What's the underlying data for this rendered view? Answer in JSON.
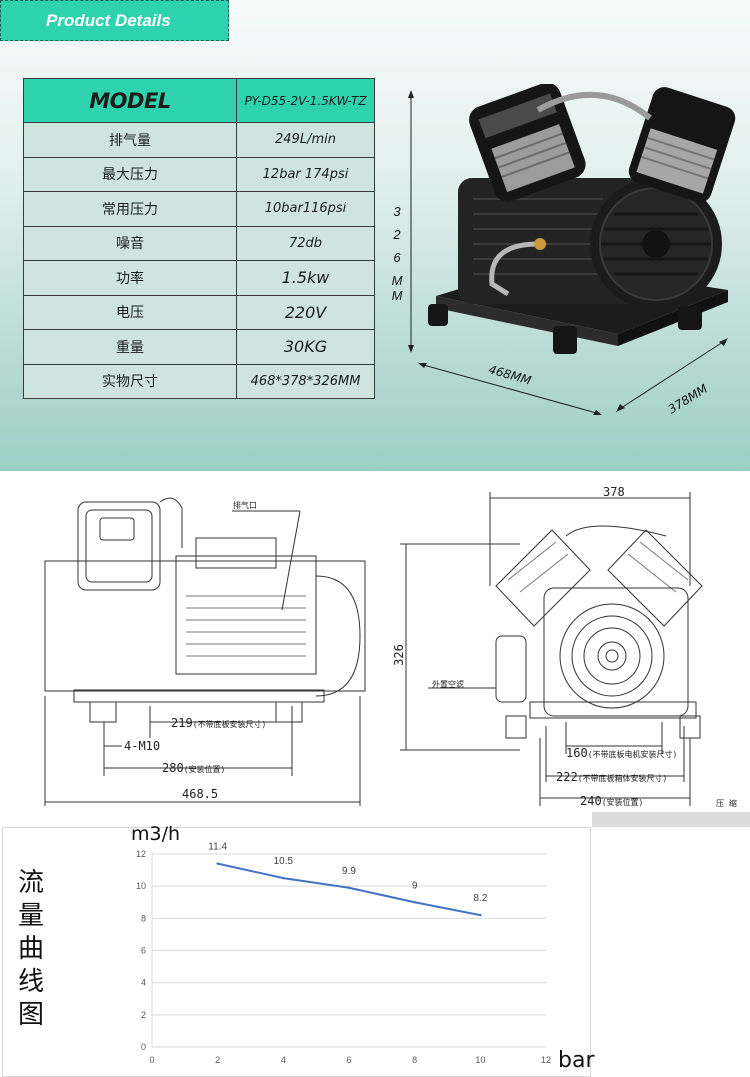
{
  "header": {
    "title": "Product Details"
  },
  "spec_table": {
    "model_label": "MODEL",
    "model_value": "PY-D55-2V-1.5KW-TZ",
    "rows": [
      {
        "label": "排气量",
        "value": "249L/min"
      },
      {
        "label": "最大压力",
        "value": "12bar 174psi"
      },
      {
        "label": "常用压力",
        "value": "10bar116psi"
      },
      {
        "label": "噪音",
        "value": "72db"
      },
      {
        "label": "功率",
        "value": "1.5kw"
      },
      {
        "label": "电压",
        "value": "220V"
      },
      {
        "label": "重量",
        "value": "30KG"
      },
      {
        "label": "实物尺寸",
        "value": "468*378*326MM"
      }
    ]
  },
  "photo_dims": {
    "height_text": [
      "3",
      "2",
      "6",
      "M",
      "M"
    ],
    "length": "468MM",
    "width": "378MM"
  },
  "drawing": {
    "exhaust_port": "排气口",
    "external_filter": "外置空滤",
    "dim_219": "219",
    "dim_219_note": "(不带底板安装尺寸)",
    "dim_4m10": "4-M10",
    "dim_280": "280",
    "dim_280_note": "(安装位置)",
    "dim_468": "468.5",
    "dim_378": "378",
    "dim_326": "326",
    "dim_160": "160",
    "dim_160_note": "(不带底板电机安装尺寸)",
    "dim_222": "222",
    "dim_222_note": "(不带底板箱体安装尺寸)",
    "dim_240": "240",
    "dim_240_note": "(安装位置)",
    "corner_text": "压 缩"
  },
  "chart": {
    "vertical_title": [
      "流",
      "量",
      "曲",
      "线",
      "图"
    ],
    "y_unit": "m3/h",
    "x_unit": "bar"
  },
  "chart_data": {
    "type": "line",
    "x": [
      2,
      4,
      6,
      8,
      10
    ],
    "series": [
      {
        "values": [
          11.4,
          10.5,
          9.9,
          9,
          8.2
        ]
      }
    ],
    "data_labels": [
      "11.4",
      "10.5",
      "9.9",
      "9",
      "8.2"
    ],
    "xlabel": "bar",
    "ylabel": "m3/h",
    "xlim": [
      0,
      12
    ],
    "ylim": [
      0,
      12
    ],
    "xticks": [
      "0",
      "2",
      "4",
      "6",
      "8",
      "10",
      "12"
    ],
    "yticks": [
      "0",
      "2",
      "4",
      "6",
      "8",
      "10",
      "12"
    ],
    "grid": true,
    "line_color": "#4472c4"
  }
}
